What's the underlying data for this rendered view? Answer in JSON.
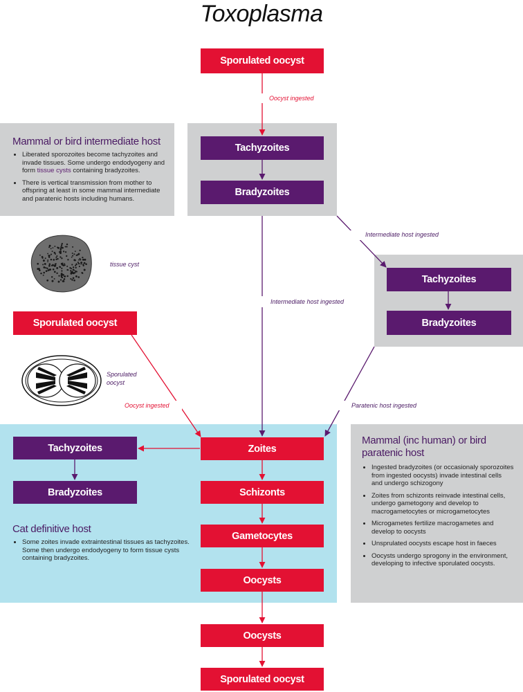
{
  "title": "Toxoplasma",
  "boxes": {
    "top_oocyst": "Sporulated oocyst",
    "ih_tachy": "Tachyzoites",
    "ih_brady": "Bradyzoites",
    "para_tachy": "Tachyzoites",
    "para_brady": "Bradyzoites",
    "left_oocyst": "Sporulated oocyst",
    "cat_tachy": "Tachyzoites",
    "cat_brady": "Bradyzoites",
    "zoites": "Zoites",
    "schizonts": "Schizonts",
    "gametocytes": "Gametocytes",
    "cat_oocysts": "Oocysts",
    "env_oocysts": "Oocysts",
    "bottom_oocyst": "Sporulated oocyst"
  },
  "labels": {
    "oocyst_ingested_top": "Oocyst ingested",
    "intermediate_host_ingested_right": "Intermediate host ingested",
    "intermediate_host_ingested_center": "Intermediate host ingested",
    "oocyst_ingested_left": "Oocyst ingested",
    "paratenic_host_ingested": "Paratenic host ingested",
    "tissue_cyst": "tissue cyst",
    "sporulated_oocyst_line1": "Sporulated",
    "sporulated_oocyst_line2": "oocyst"
  },
  "intermediate_note": {
    "title": "Mammal or bird intermediate host",
    "item1_pre": "Liberated sporozoites become tachyzoites and invade tissues. Some undergo endodyogeny and form ",
    "item1_hl": "tissue cysts",
    "item1_post": " containing bradyzoites.",
    "item2": "There is vertical transmission from mother to offspring at least in some mammal intermediate and paratenic hosts including humans."
  },
  "cat_note": {
    "title": "Cat definitive host",
    "item1": "Some zoites invade extraintestinal tissues as tachyzoites. Some then undergo endodyogeny to form tissue cysts containing bradyzoites."
  },
  "paratenic_note": {
    "title_line1": "Mammal (inc human) or bird",
    "title_line2": "paratenic host",
    "items": [
      "Ingested bradyzoites (or occasionaly sporozoites from ingested oocysts) invade intestinal cells and undergo schizogony",
      "Zoites from schizonts reinvade intestinal cells, undergo gametogony and develop to macrogametocytes or microgametocytes",
      "Microgametes fertilize macrogametes and develop to oocysts",
      "Unsprulated oocysts escape host in faeces",
      "Oocysts undergo sprogony in the environment, developing to infective sporulated oocysts."
    ]
  },
  "colors": {
    "red": "#e31133",
    "purple": "#5a1a6e",
    "grey_panel": "#cfd0d1",
    "cyan_panel": "#b2e2ee"
  }
}
